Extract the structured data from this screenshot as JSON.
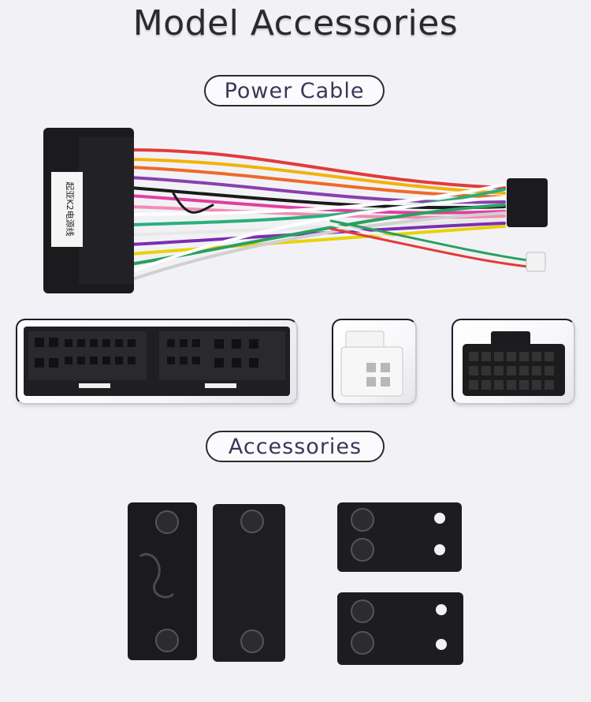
{
  "header": {
    "title": "Model Accessories"
  },
  "sections": {
    "power_cable": {
      "label": "Power Cable"
    },
    "accessories": {
      "label": "Accessories"
    }
  },
  "harness": {
    "sticker_text": "起亚K2电源线"
  },
  "colors": {
    "background": "#f2f2f6",
    "pill_border": "#2b2b2b",
    "pill_text": "#383858",
    "connector": "#1c1c1e"
  }
}
